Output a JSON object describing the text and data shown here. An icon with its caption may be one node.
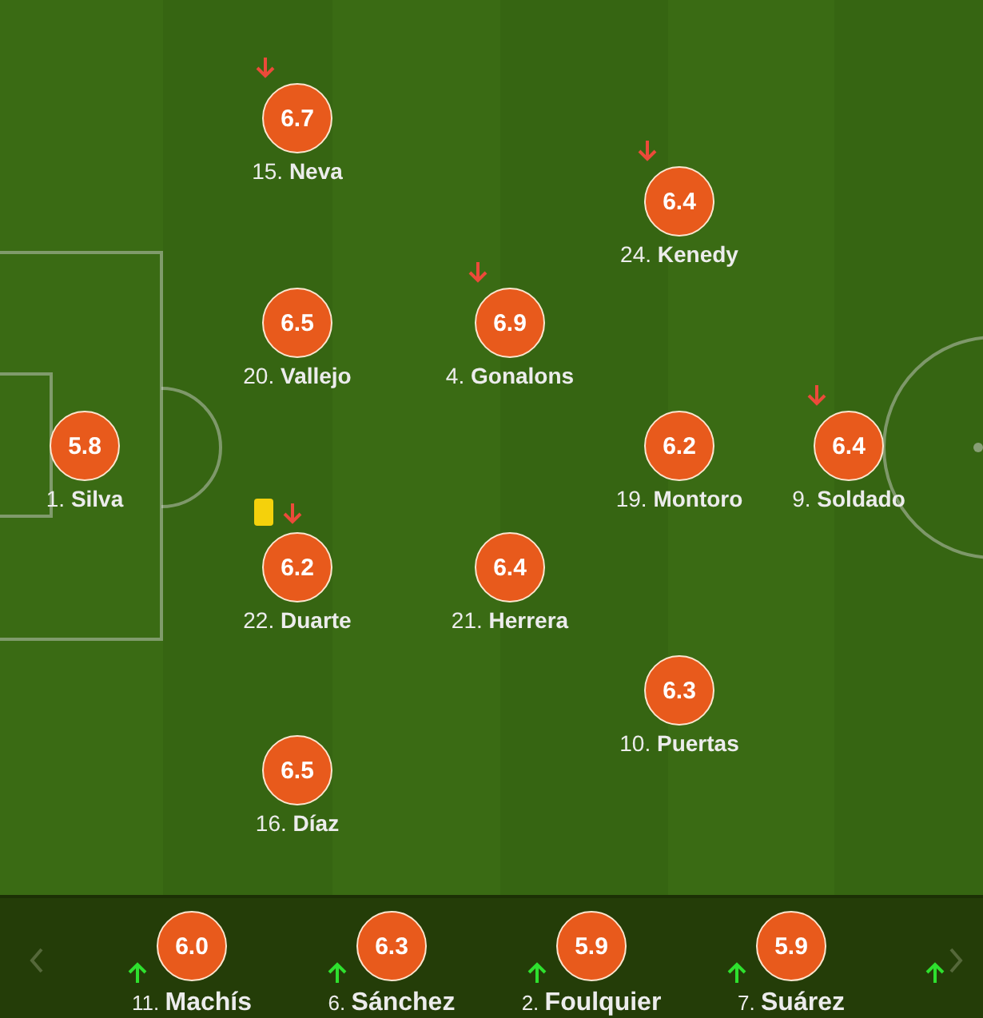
{
  "diagram": {
    "nodes": [
      {
        "text": [
          "6.7"
        ],
        "beside": [
          "15. **Neva**"
        ]
      },
      {
        "text": [
          "6.4"
        ],
        "beside": [
          "24. **Kenedy**"
        ]
      },
      {
        "text": [
          "6.5"
        ],
        "beside": [
          "20. **Vallejo**"
        ]
      },
      {
        "text": [
          "6.9"
        ],
        "beside": [
          "4. **Gonalons**"
        ]
      },
      {
        "text": [
          "5.8"
        ],
        "beside": [
          "1. **Silva**"
        ]
      },
      {
        "text": [
          "6.2"
        ],
        "beside": [
          "19. **Montoro**"
        ]
      },
      {
        "text": [
          "6.4"
        ],
        "beside": [
          "9. **Soldado**"
        ]
      },
      {
        "text": [
          "6.2"
        ],
        "beside": [
          "22. **Duarte**"
        ]
      },
      {
        "text": [
          "6.4"
        ],
        "beside": [
          "21. **Herrera**"
        ]
      },
      {
        "text": [
          "6.3"
        ],
        "beside": [
          "10. **Puertas**"
        ]
      },
      {
        "text": [
          "6.5"
        ],
        "beside": [
          "16. **Díaz**"
        ]
      },
      {
        "text": [],
        "shape": "bar"
      },
      {
        "text": [
          "6.0"
        ],
        "beside": [
          "11. **Machís**"
        ],
        "in": 11
      },
      {
        "text": [
          "6.3"
        ],
        "beside": [
          "6. **Sánchez**"
        ],
        "in": 11
      },
      {
        "text": [
          "5.9"
        ],
        "beside": [
          "2. **Foulquier**"
        ],
        "in": 11
      },
      {
        "text": [
          "5.9"
        ],
        "beside": [
          "7. **Suárez**"
        ],
        "in": 11
      }
    ]
  }
}
